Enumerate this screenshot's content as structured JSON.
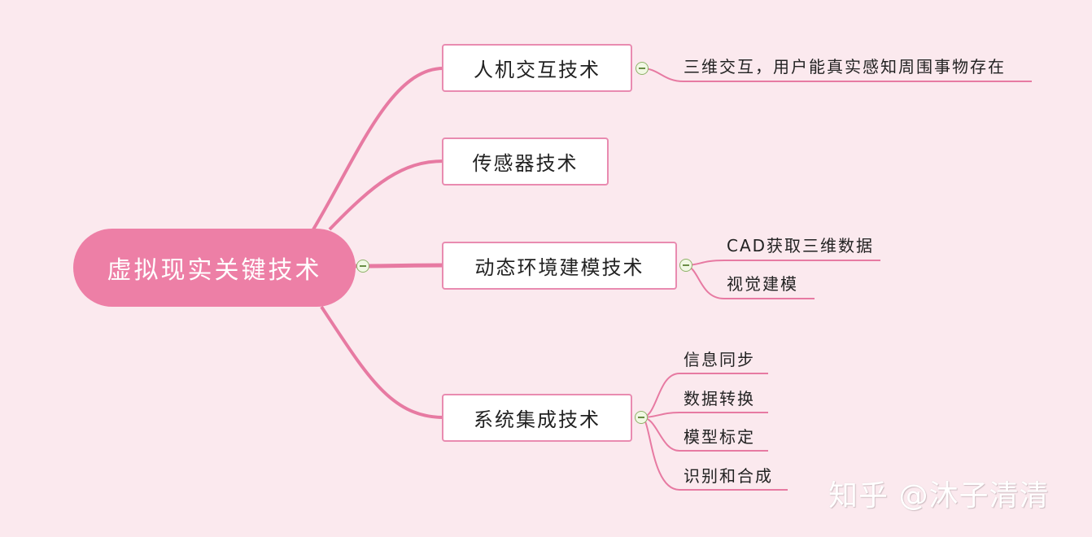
{
  "colors": {
    "background": "#fbe9ee",
    "central_fill": "#ed7fa6",
    "branch_line": "#e77aa2",
    "node_border": "#e98bb0",
    "collapse_icon": "#8fb36a"
  },
  "central": {
    "label": "虚拟现实关键技术"
  },
  "branches": [
    {
      "label": "人机交互技术",
      "children": [
        "三维交互，用户能真实感知周围事物存在"
      ]
    },
    {
      "label": "传感器技术",
      "children": []
    },
    {
      "label": "动态环境建模技术",
      "children": [
        "CAD获取三维数据",
        "视觉建模"
      ]
    },
    {
      "label": "系统集成技术",
      "children": [
        "信息同步",
        "数据转换",
        "模型标定",
        "识别和合成"
      ]
    }
  ],
  "watermark": "知乎 @沐子清清",
  "icons": {
    "collapse": "collapse-minus-icon"
  }
}
